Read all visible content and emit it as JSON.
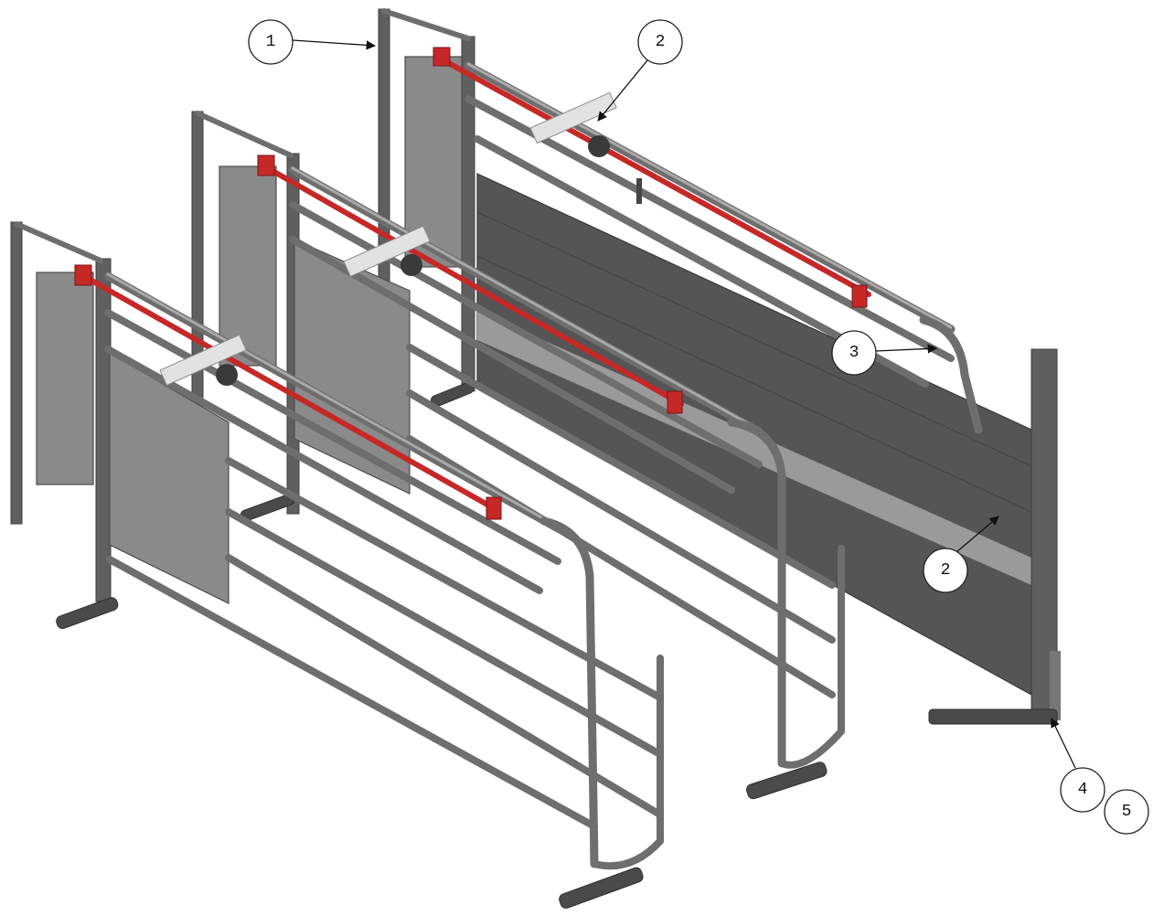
{
  "callouts": [
    {
      "id": "c1",
      "label": "1"
    },
    {
      "id": "c2a",
      "label": "2"
    },
    {
      "id": "c3",
      "label": "3"
    },
    {
      "id": "c2b",
      "label": "2"
    },
    {
      "id": "c4",
      "label": "4"
    },
    {
      "id": "c5",
      "label": "5"
    }
  ],
  "colors": {
    "frame_steel": "#6e6e6e",
    "panel_grey": "#8a8a8a",
    "solid_wall": "#555555",
    "actuator_rod": "#c62828",
    "cylinder": "#e2e2e2"
  }
}
